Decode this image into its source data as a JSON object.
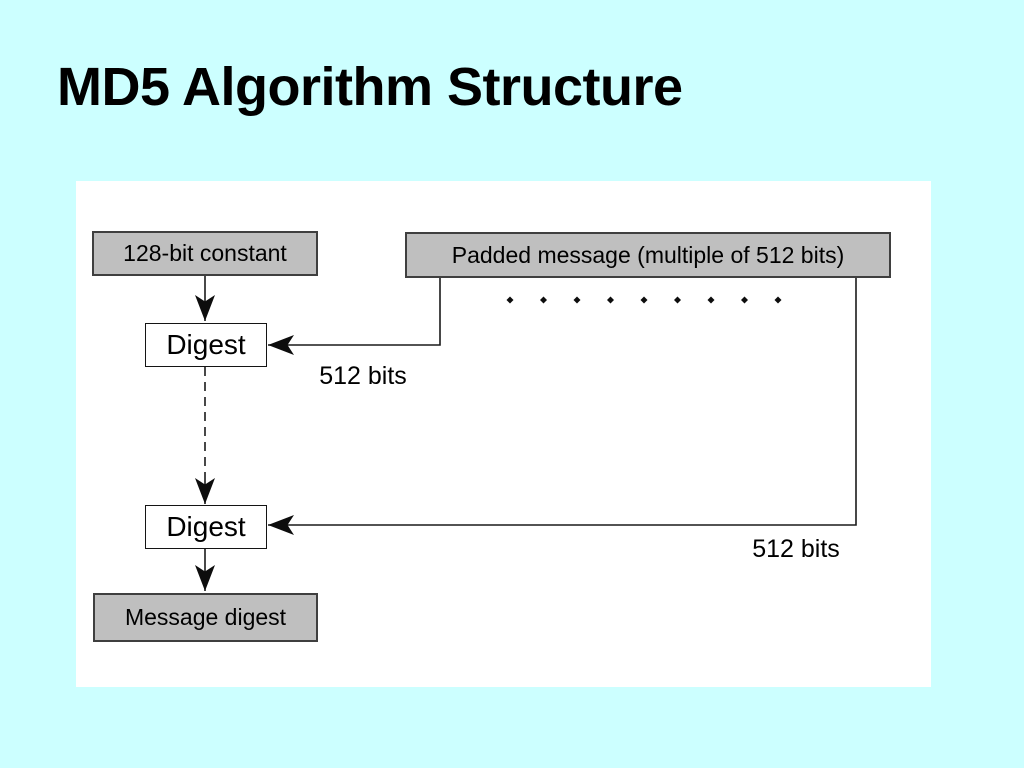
{
  "slide": {
    "title": "MD5 Algorithm Structure",
    "background_color": "#CCFFFF"
  },
  "diagram": {
    "panel_color": "#FFFFFF",
    "colors": {
      "box_fill": "#BFBFBF",
      "box_border": "#3F3F3F",
      "line": "#1A1A1A",
      "text": "#000000"
    },
    "boxes": {
      "constant": {
        "label": "128-bit constant",
        "style": "gray"
      },
      "padded_message": {
        "label": "Padded message (multiple of 512 bits)",
        "style": "gray"
      },
      "digest1": {
        "label": "Digest",
        "style": "white"
      },
      "digest2": {
        "label": "Digest",
        "style": "white"
      },
      "message_digest": {
        "label": "Message digest",
        "style": "gray"
      }
    },
    "edge_labels": {
      "upper": "512 bits",
      "lower": "512 bits"
    },
    "ellipsis": {
      "dot_count": 9
    }
  }
}
